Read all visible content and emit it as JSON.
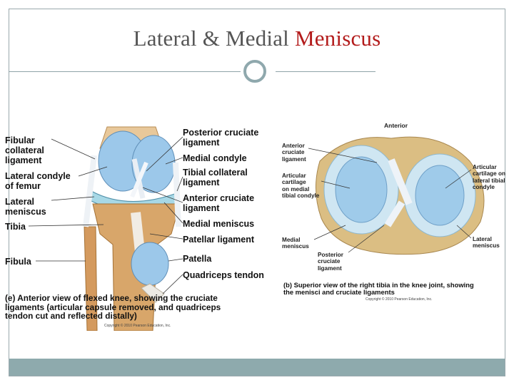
{
  "slide": {
    "title_part1": "Lateral & Medial ",
    "title_part2": "Meniscus",
    "accent_color": "#b31b1b",
    "bar_color": "#8eaaad"
  },
  "figure_left": {
    "labels_left": [
      "Fibular\ncollateral\nligament",
      "Lateral condyle\nof femur",
      "Lateral\nmeniscus",
      "Tibia",
      "Fibula"
    ],
    "labels_right": [
      "Posterior cruciate\nligament",
      "Medial condyle",
      "Tibial collateral\nligament",
      "Anterior cruciate\nligament",
      "Medial meniscus",
      "Patellar ligament",
      "Patella",
      "Quadriceps tendon"
    ],
    "caption": "(e) Anterior view of flexed knee, showing the cruciate\n      ligaments (articular capsule removed, and quadriceps\n      tendon cut and reflected distally)",
    "copyright": "Copyright © 2010 Pearson Education, Inc."
  },
  "figure_right": {
    "top_label": "Anterior",
    "labels_left": [
      "Anterior\ncruciate\nligament",
      "Articular\ncartilage\non medial\ntibial condyle",
      "Medial\nmeniscus",
      "Posterior\ncruciate\nligament"
    ],
    "labels_right": [
      "Articular\ncartilage on\nlateral tibial\ncondyle",
      "Lateral\nmeniscus"
    ],
    "caption": "(b) Superior view of the right tibia in the knee joint, showing\n      the menisci and cruciate ligaments",
    "copyright": "Copyright © 2010 Pearson Education, Inc."
  }
}
